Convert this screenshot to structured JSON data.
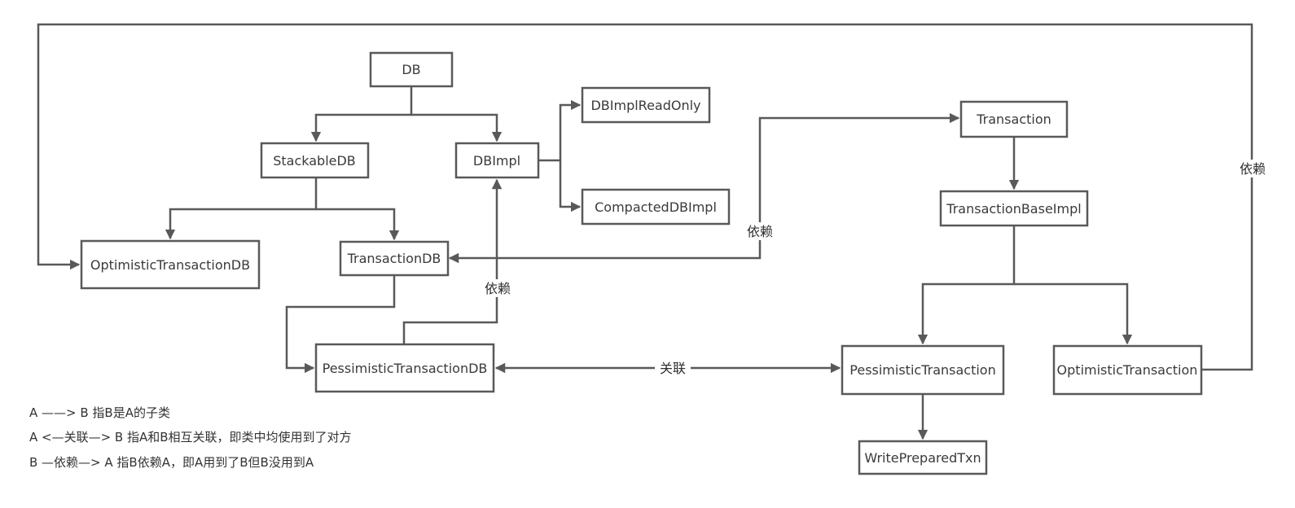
{
  "nodes": {
    "db": "DB",
    "stackable_db": "StackableDB",
    "db_impl": "DBImpl",
    "db_impl_read_only": "DBImplReadOnly",
    "compacted_db_impl": "CompactedDBImpl",
    "optimistic_transaction_db": "OptimisticTransactionDB",
    "transaction_db": "TransactionDB",
    "pessimistic_transaction_db": "PessimisticTransactionDB",
    "transaction": "Transaction",
    "transaction_base_impl": "TransactionBaseImpl",
    "pessimistic_transaction": "PessimisticTransaction",
    "optimistic_transaction": "OptimisticTransaction",
    "write_prepared_txn": "WritePreparedTxn"
  },
  "edge_labels": {
    "depends_1": "依赖",
    "depends_2": "依赖",
    "depends_3": "依赖",
    "association": "关联"
  },
  "legend": [
    "A ——> B 指B是A的子类",
    "A <—关联—> B 指A和B相互关联，即类中均使用到了对方",
    "B —依赖—> A 指B依赖A，即A用到了B但B没用到A"
  ]
}
